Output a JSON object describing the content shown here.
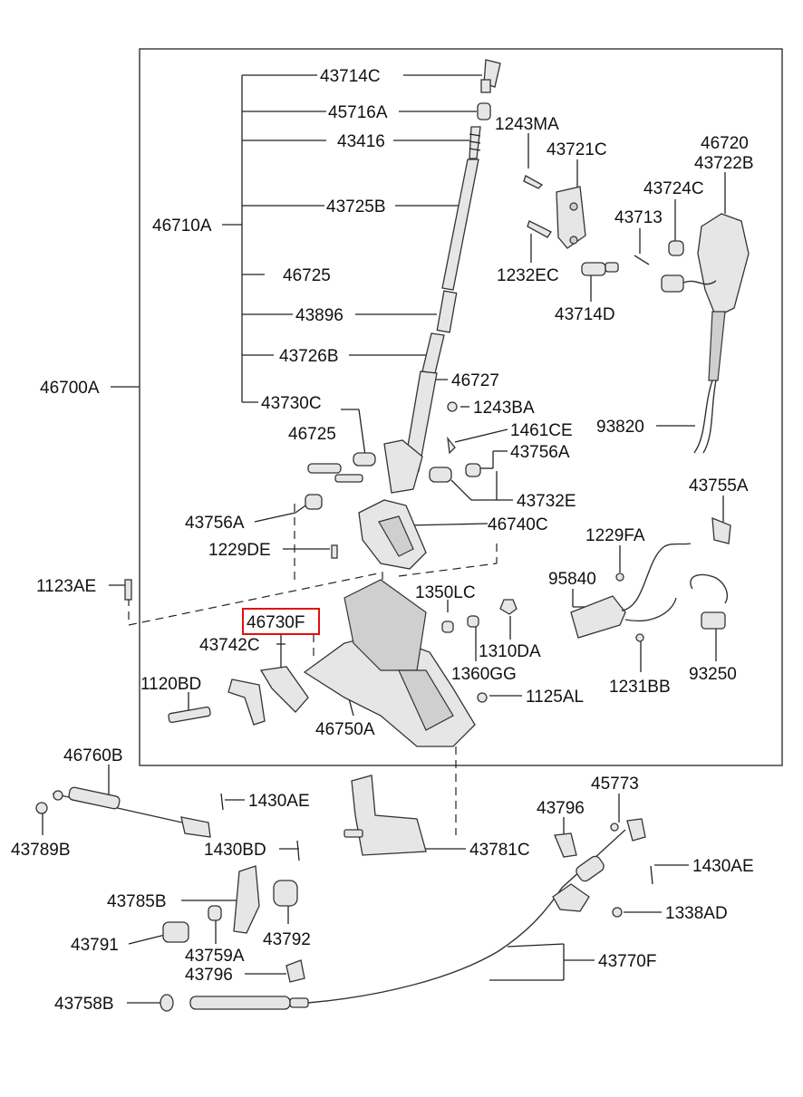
{
  "callouts": {
    "p43714C": "43714C",
    "p45716A": "45716A",
    "p43416": "43416",
    "p43725B": "43725B",
    "p46710A": "46710A",
    "p46725_a": "46725",
    "p43896": "43896",
    "p43726B": "43726B",
    "p46700A": "46700A",
    "p43730C": "43730C",
    "p46725_b": "46725",
    "p46727": "46727",
    "p1243BA": "1243BA",
    "p1461CE": "1461CE",
    "p43756A_r": "43756A",
    "p43732E": "43732E",
    "p43756A_l": "43756A",
    "p46740C": "46740C",
    "p1229DE": "1229DE",
    "p1123AE": "1123AE",
    "p46730F": "46730F",
    "p1350LC": "1350LC",
    "p43742C": "43742C",
    "p1310DA": "1310DA",
    "p1360GG": "1360GG",
    "p1120BD": "1120BD",
    "p1125AL": "1125AL",
    "p46750A": "46750A",
    "p1243MA": "1243MA",
    "p43721C": "43721C",
    "p46720": "46720",
    "p43722B": "43722B",
    "p43724C": "43724C",
    "p43713": "43713",
    "p1232EC": "1232EC",
    "p43714D": "43714D",
    "p93820": "93820",
    "p43755A": "43755A",
    "p1229FA": "1229FA",
    "p95840": "95840",
    "p93250": "93250",
    "p1231BB": "1231BB",
    "p46760B": "46760B",
    "p1430AE_l": "1430AE",
    "p43789B": "43789B",
    "p1430BD": "1430BD",
    "p43781C": "43781C",
    "p45773": "45773",
    "p43796_r": "43796",
    "p1430AE_r": "1430AE",
    "p43785B": "43785B",
    "p1338AD": "1338AD",
    "p43791": "43791",
    "p43792": "43792",
    "p43759A": "43759A",
    "p43796_l": "43796",
    "p43770F": "43770F",
    "p43758B": "43758B"
  },
  "highlight": {
    "part": "46730F",
    "color": "#e01010"
  }
}
